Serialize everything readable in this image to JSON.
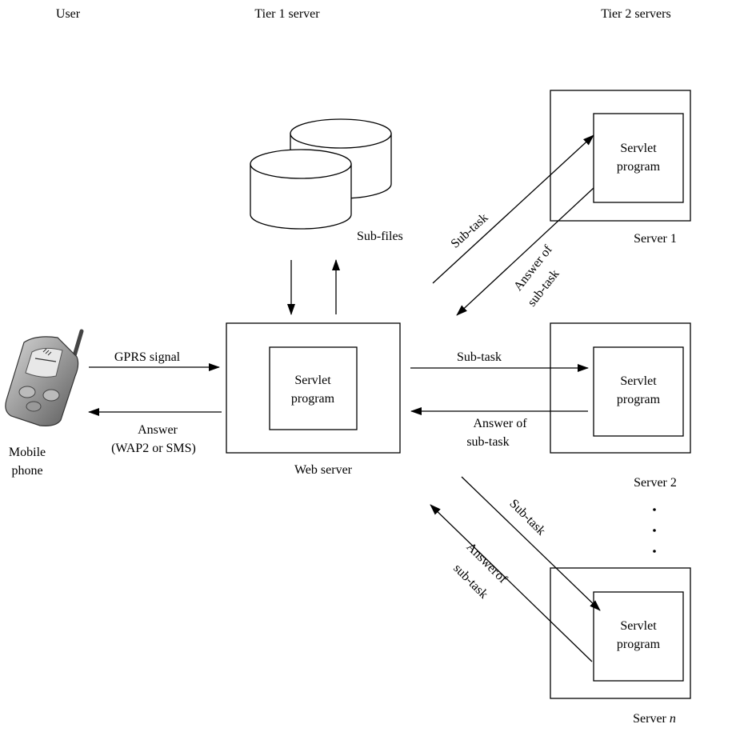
{
  "headers": {
    "user": "User",
    "tier1": "Tier 1 server",
    "tier2": "Tier 2 servers"
  },
  "phone": {
    "label_line1": "Mobile",
    "label_line2": "phone"
  },
  "database": {
    "label": "Sub-files"
  },
  "web_server": {
    "label": "Web server",
    "inner_line1": "Servlet",
    "inner_line2": "program"
  },
  "servers": [
    {
      "label": "Server 1",
      "inner_line1": "Servlet",
      "inner_line2": "program"
    },
    {
      "label": "Server 2",
      "inner_line1": "Servlet",
      "inner_line2": "program"
    },
    {
      "label_prefix": "Server ",
      "label_var": "n",
      "inner_line1": "Servlet",
      "inner_line2": "program"
    }
  ],
  "links": {
    "gprs": "GPRS signal",
    "answer_line1": "Answer",
    "answer_line2": "(WAP2 or SMS)",
    "subtask_1": "Sub-task",
    "answer_sub_1_line1": "Answer of",
    "answer_sub_1_line2": "sub-task",
    "subtask_2": "Sub-task",
    "answer_sub_2_line1": "Answer of",
    "answer_sub_2_line2": "sub-task",
    "subtask_n": "Sub-task",
    "answer_sub_n_line1": "Answer",
    "answer_sub_n_line2": "of",
    "answer_sub_n_line3": "sub-task"
  },
  "colors": {
    "stroke": "#000000",
    "phone_body": "#8a8a8a",
    "db_fill": "#ffffff"
  }
}
